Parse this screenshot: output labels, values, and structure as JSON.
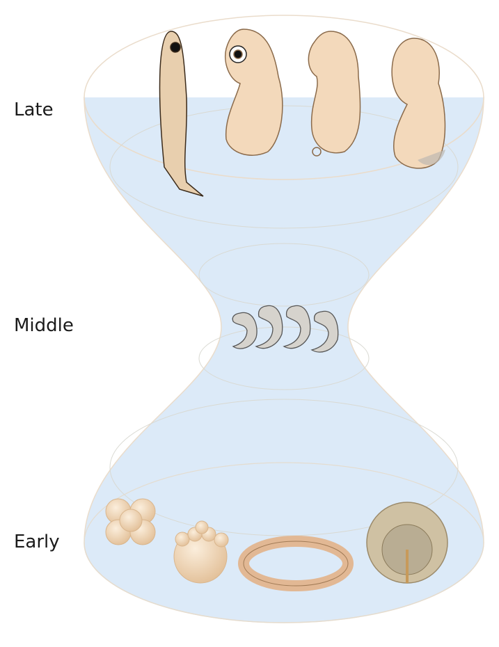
{
  "stages": [
    {
      "label": "Late"
    },
    {
      "label": "Middle"
    },
    {
      "label": "Early"
    }
  ],
  "colors": {
    "hourglass_fill": "#dceaf8",
    "rim": "#eadccb",
    "embryo_skin": "#f3d9bb",
    "embryo_outline": "#8a6a4a",
    "middle_embryo": "#c9c6c0"
  }
}
